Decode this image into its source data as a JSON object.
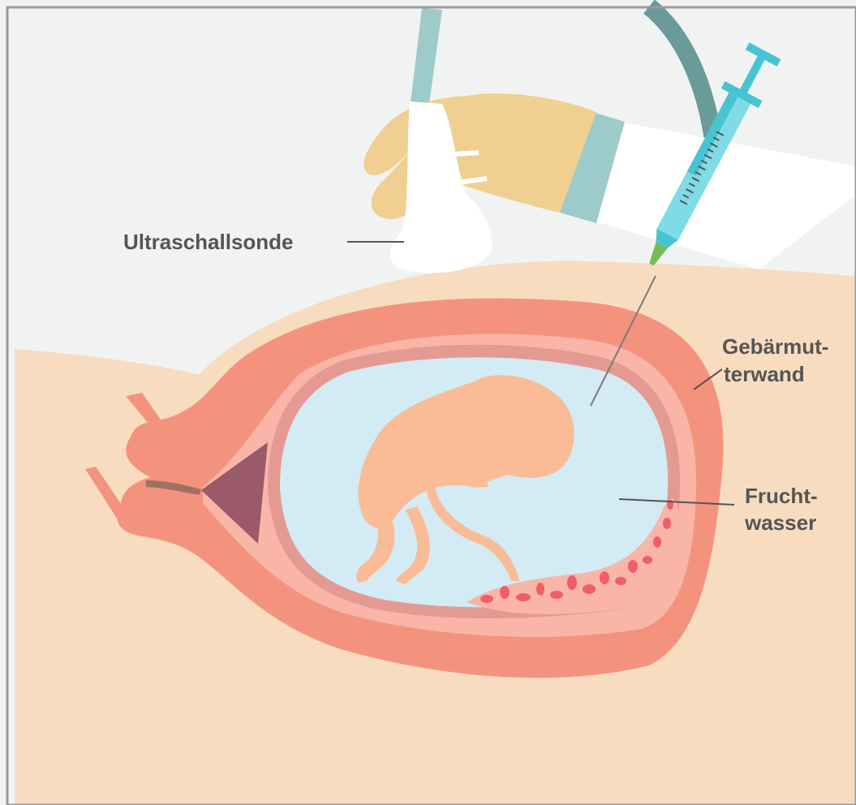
{
  "labels": {
    "probe": "Ultraschallsonde",
    "uterine_wall_line1": "Gebärmut-",
    "uterine_wall_line2": "terwand",
    "amniotic_fluid_line1": "Frucht-",
    "amniotic_fluid_line2": "wasser"
  },
  "colors": {
    "background": "#f1f2f2",
    "skin": "#f8dcc0",
    "uterus_outer": "#f4937d",
    "uterus_inner": "#f9b5a8",
    "membrane": "#e49a92",
    "amniotic_fluid": "#d3ebf4",
    "fetus": "#f9bc96",
    "placenta_spots": "#ef5f6a",
    "cervix_plug": "#9a5a6a",
    "glove": "#f0d091",
    "cuff": "#9ccbc9",
    "sleeve": "#ffffff",
    "cable": "#6a9a99",
    "syringe": "#47c4d2",
    "needle_hub": "#78b95a",
    "label_text": "#555555",
    "frame": "#9a9a9a"
  }
}
